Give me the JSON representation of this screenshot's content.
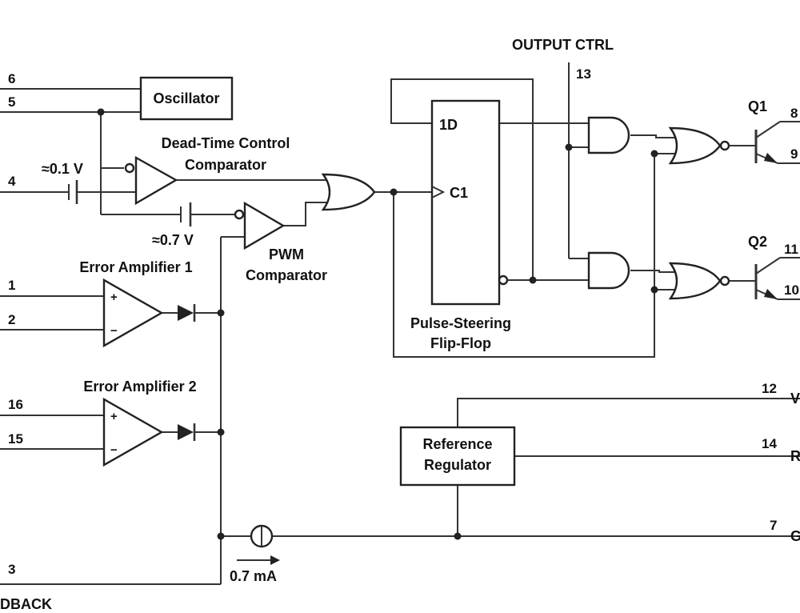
{
  "blocks": {
    "oscillator": "Oscillator",
    "dead_time_line1": "Dead-Time Control",
    "dead_time_line2": "Comparator",
    "pwm_line1": "PWM",
    "pwm_line2": "Comparator",
    "error_amp_1": "Error Amplifier 1",
    "error_amp_2": "Error Amplifier 2",
    "flipflop_d": "1D",
    "flipflop_clk": "C1",
    "flipflop_line1": "Pulse-Steering",
    "flipflop_line2": "Flip-Flop",
    "ref_line1": "Reference",
    "ref_line2": "Regulator",
    "output_ctrl": "OUTPUT CTRL",
    "q1": "Q1",
    "q2": "Q2"
  },
  "annotations": {
    "v01": "≈0.1 V",
    "v07": "≈0.7 V",
    "current": "0.7 mA",
    "plus": "+",
    "minus": "−"
  },
  "pins": {
    "p6": "6",
    "p5": "5",
    "p4": "4",
    "p1": "1",
    "p2": "2",
    "p16": "16",
    "p15": "15",
    "p3": "3",
    "p13": "13",
    "p8": "8",
    "p9": "9",
    "p11": "11",
    "p10": "10",
    "p12": "12",
    "p14": "14",
    "p7": "7"
  },
  "edge_labels": {
    "feedback": "DBACK",
    "vcc": "V",
    "ref": "R",
    "gnd": "G"
  },
  "colors": {
    "line": "#333333",
    "text": "#111111",
    "background": "#ffffff"
  }
}
